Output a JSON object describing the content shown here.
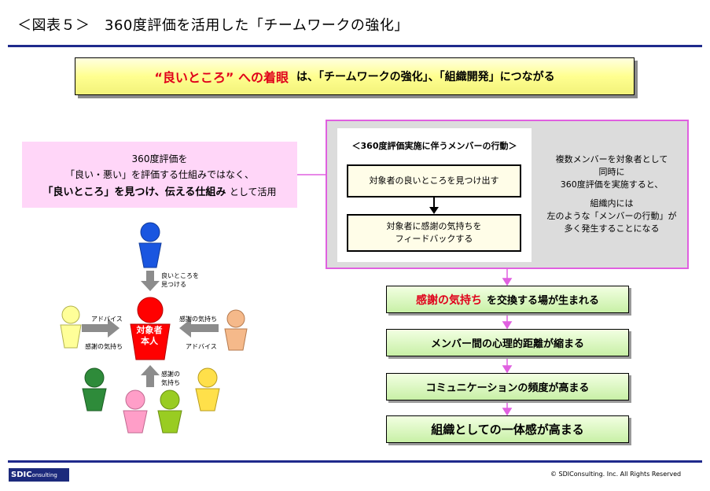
{
  "header": {
    "title": "＜図表５＞　360度評価を活用した「チームワークの強化」"
  },
  "banner": {
    "highlight": "“良いところ” への着眼",
    "rest": "は、「チームワークの強化」、「組織開発」につながる"
  },
  "pink_panel": {
    "line1": "360度評価を",
    "line2": "「良い・悪い」を評価する仕組みではなく、",
    "line3_bold": "「良いところ」を見つけ、伝える仕組み",
    "line3_tail": "として活用"
  },
  "behavior_panel": {
    "title": "＜360度評価実施に伴うメンバーの行動＞",
    "action1": "対象者の良いところを見つけ出す",
    "action2_line1": "対象者に感謝の気持ちを",
    "action2_line2": "フィードバックする",
    "note_lines": [
      "複数メンバーを対象者として",
      "同時に",
      "360度評価を実施すると、",
      "組織内には",
      "左のような「メンバーの行動」が",
      "多く発生することになる"
    ]
  },
  "outcomes": {
    "first_highlight": "感謝の気持ち",
    "first_rest": "を交換する場が生まれる",
    "second": "メンバー間の心理的距離が縮まる",
    "third": "コミュニケーションの頻度が高まる",
    "fourth": "組織としての一体感が高まる"
  },
  "people_diagram": {
    "center_line1": "対象者",
    "center_line2": "本人",
    "top_label_line1": "良いところを",
    "top_label_line2": "見つける",
    "left_top": "アドバイス",
    "left_bottom": "感謝の気持ち",
    "right_top": "感謝の気持ち",
    "right_bottom": "アドバイス",
    "bottom_label_line1": "感謝の",
    "bottom_label_line2": "気持ち",
    "colors": {
      "center": "#ff0000",
      "top": "#1a56e0",
      "left": "#ffff99",
      "right": "#f5b98a",
      "bottom_dark_green": "#2e8b3a",
      "bottom_pink": "#ff9ec8",
      "bottom_lime": "#99cc22",
      "bottom_yellow": "#ffe04a"
    }
  },
  "footer": {
    "logo_main": "SDIC",
    "logo_sub": "onsulting",
    "copyright": "© SDIConsulting. Inc. All Rights Reserved"
  }
}
